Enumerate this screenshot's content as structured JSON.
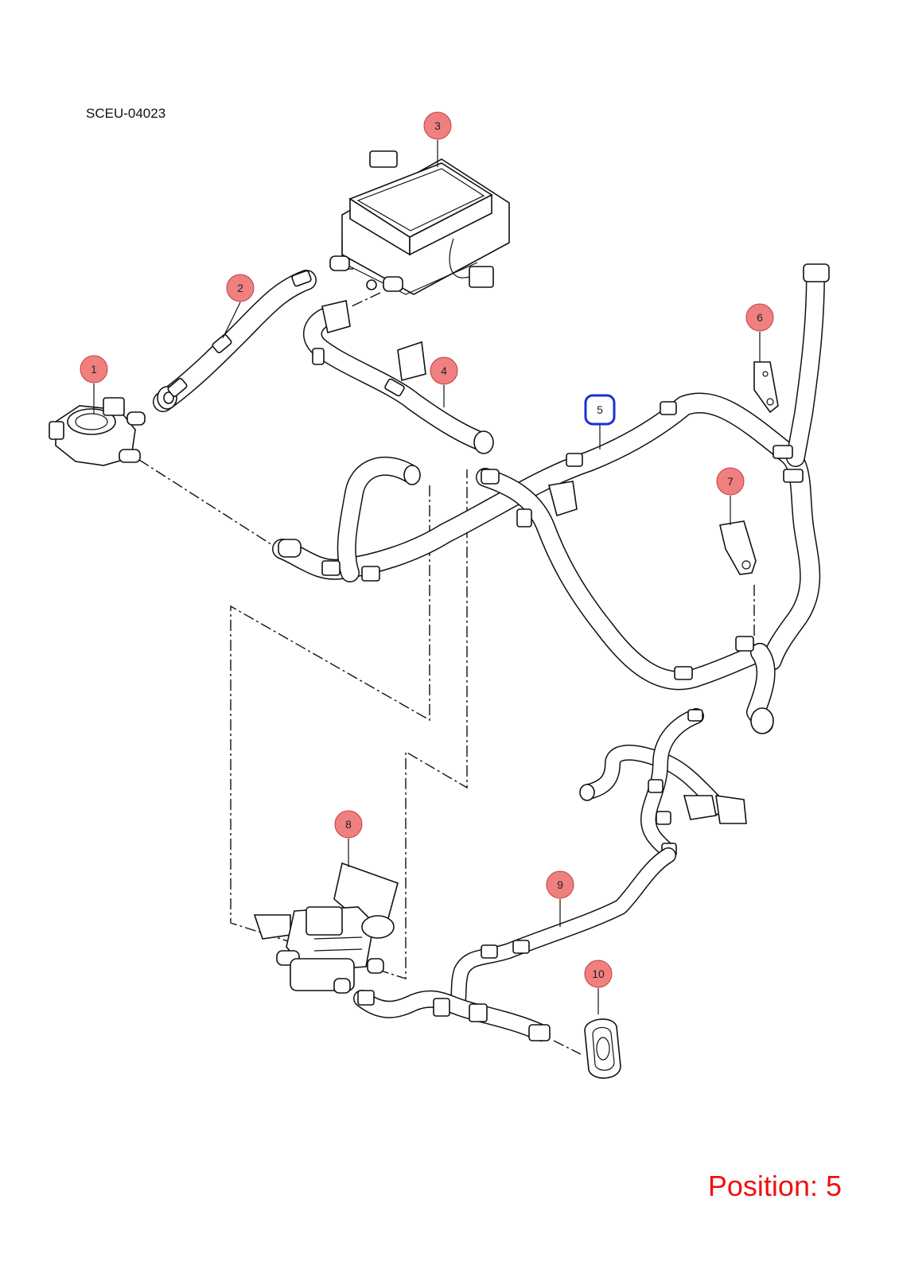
{
  "diagram": {
    "doc_code": "SCEU-04023",
    "position_text": "Position: 5",
    "selected_callout": "5",
    "colors": {
      "callout_fill": "#f08080",
      "callout_stroke": "#c43c3c",
      "selected_stroke": "#1a2fd6",
      "position_text": "#ee1111",
      "line": "#111111"
    },
    "callouts": [
      {
        "id": "1",
        "label": "1"
      },
      {
        "id": "2",
        "label": "2"
      },
      {
        "id": "3",
        "label": "3"
      },
      {
        "id": "4",
        "label": "4"
      },
      {
        "id": "5",
        "label": "5"
      },
      {
        "id": "6",
        "label": "6"
      },
      {
        "id": "7",
        "label": "7"
      },
      {
        "id": "8",
        "label": "8"
      },
      {
        "id": "9",
        "label": "9"
      },
      {
        "id": "10",
        "label": "10"
      }
    ]
  }
}
